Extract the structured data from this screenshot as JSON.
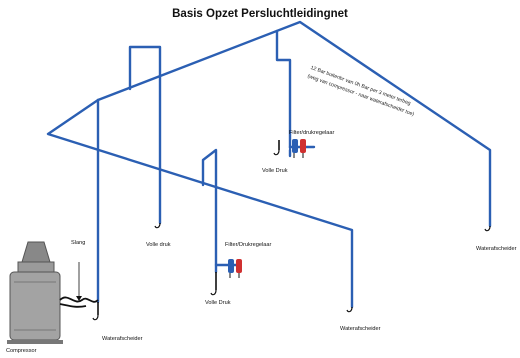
{
  "title": "Basis Opzet Persluchtleidingnet",
  "note": {
    "line1": "12 Bar buitenbr van 0h Bar per 3 meter terbeg",
    "line2": "(weg van compressor - naar waterafscheider toe)"
  },
  "labels": {
    "slang": "Slang",
    "compressor": "Compressor",
    "waterafscheider_1": "Waterafscheider",
    "volle_druk_1": "Volle druk",
    "volle_druk_2": "Volle Druk",
    "volle_druk_3": "Volle Druk",
    "filter_1": "Filter/drukregelaar",
    "filter_2": "Filter/Drukregelaar",
    "waterafscheider_2": "Waterafscheider",
    "waterafscheider_3": "Waterafscheider"
  },
  "colors": {
    "pipe": "#2b5fb3",
    "filter_red": "#d03030",
    "filter_blue": "#2b5fb3",
    "compressor": "#9a9a9a"
  }
}
